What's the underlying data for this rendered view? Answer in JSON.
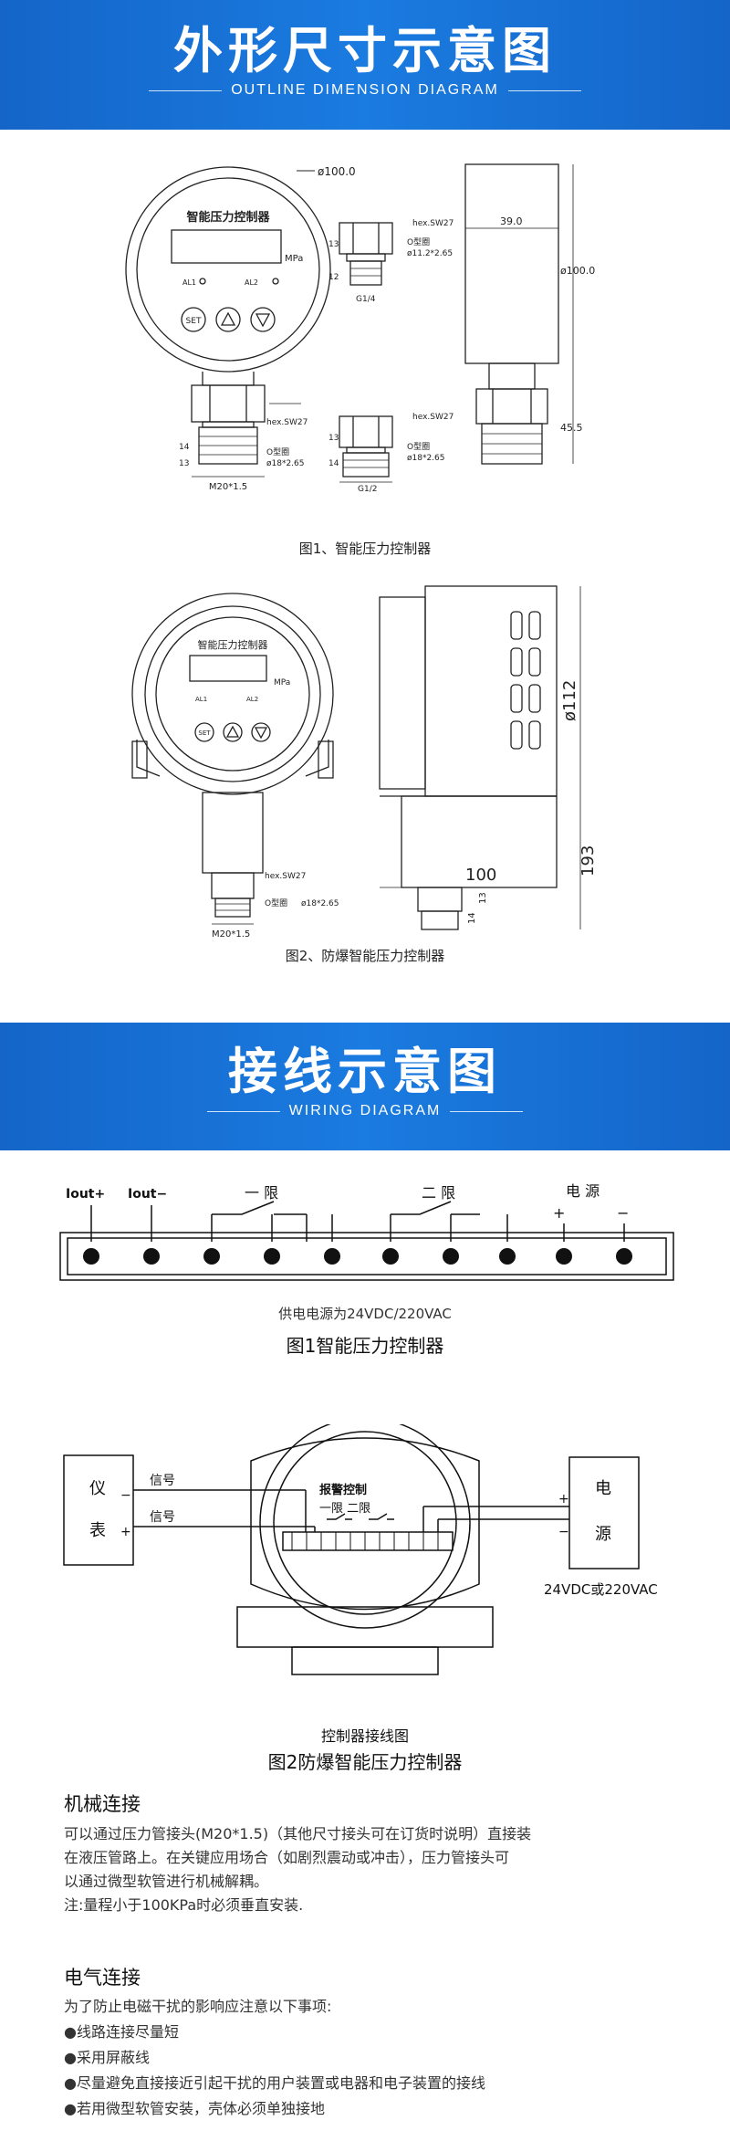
{
  "section1": {
    "title_cn": "外形尺寸示意图",
    "title_en": "OUTLINE DIMENSION DIAGRAM"
  },
  "figure1": {
    "caption": "图1、智能压力控制器",
    "device_label": "智能压力控制器",
    "unit": "MPa",
    "al1": "AL1",
    "al2": "AL2",
    "set": "SET",
    "dia_top": "ø100.0",
    "dim_width": "39.0",
    "dim_dia_side": "ø100.0",
    "dim_height": "45.5",
    "hex_small": "hex.SW27",
    "oring_small_label": "O型圈",
    "oring_small": "ø11.2*2.65",
    "thread_small": "G1/4",
    "hex_main": "hex.SW27",
    "oring_main_label": "O型圈",
    "oring_main": "ø18*2.65",
    "thread_main": "M20*1.5",
    "hex_g12": "hex.SW27",
    "oring_g12_label": "O型圈",
    "oring_g12": "ø18*2.65",
    "thread_g12": "G1/2",
    "dim_13": "13",
    "dim_14": "14",
    "dim_12": "12"
  },
  "figure2": {
    "caption": "图2、防爆智能压力控制器",
    "device_label": "智能压力控制器",
    "unit": "MPa",
    "al1": "AL1",
    "al2": "AL2",
    "set": "SET",
    "dia": "ø112",
    "dim_100": "100",
    "dim_193": "193",
    "dim_14": "14",
    "dim_13": "13",
    "hex": "hex.SW27",
    "oring_label": "O型圈",
    "oring": "ø18*2.65",
    "thread": "M20*1.5"
  },
  "section2": {
    "title_cn": "接线示意图",
    "title_en": "WIRING DIAGRAM"
  },
  "wiring1": {
    "iout_plus": "Iout+",
    "iout_minus": "Iout−",
    "limit1": "一  限",
    "limit2": "二  限",
    "power": "电  源",
    "plus": "+",
    "minus": "−",
    "supply": "供电电源为24VDC/220VAC",
    "caption": "图1智能压力控制器"
  },
  "wiring2": {
    "meter1": "仪",
    "meter2": "表",
    "signal1": "信号",
    "signal2": "信号",
    "alarm": "报警控制",
    "limits": "一限   二限",
    "power1": "电",
    "power2": "源",
    "supply": "24VDC或220VAC",
    "sub_caption": "控制器接线图",
    "caption": "图2防爆智能压力控制器"
  },
  "mechanical": {
    "heading": "机械连接",
    "line1": "可以通过压力管接头(M20*1.5)（其他尺寸接头可在订货时说明）直接装",
    "line2": "在液压管路上。在关键应用场合（如剧烈震动或冲击），压力管接头可",
    "line3": "以通过微型软管进行机械解耦。",
    "note": "注:量程小于100KPa时必须垂直安装."
  },
  "electrical": {
    "heading": "电气连接",
    "intro": "为了防止电磁干扰的影响应注意以下事项:",
    "items": [
      "●线路连接尽量短",
      "●采用屏蔽线",
      "●尽量避免直接接近引起干扰的用户装置或电器和电子装置的接线",
      "●若用微型软管安装，壳体必须单独接地"
    ]
  }
}
